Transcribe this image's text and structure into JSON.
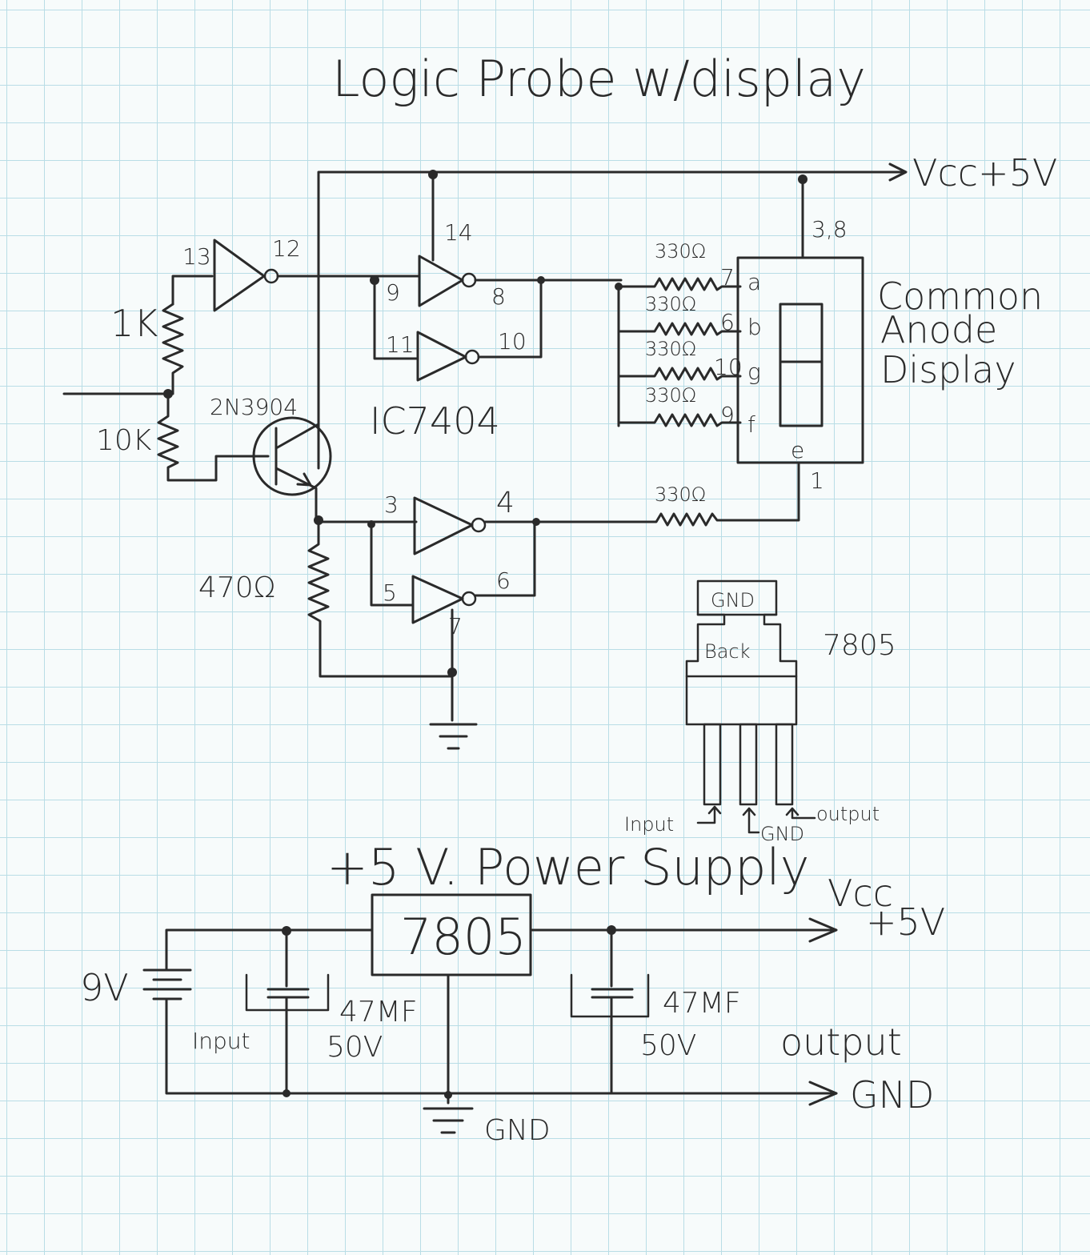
{
  "title": "Logic Probe w/display",
  "vcc_top": "Vcc+5V",
  "pins": {
    "p13": "13",
    "p12": "12",
    "p14": "14",
    "p9": "9",
    "p8": "8",
    "p11": "11",
    "p10": "10",
    "p3": "3",
    "p4": "4",
    "p5": "5",
    "p6": "6",
    "p7": "7",
    "p38": "3,8",
    "p1": "1"
  },
  "components": {
    "r1k": "1K",
    "r10k": "10K",
    "transistor": "2N3904",
    "ic": "IC7404",
    "r470": "470Ω",
    "r330": "330Ω"
  },
  "seg_resistors": [
    {
      "value": "330Ω",
      "pin": "7",
      "segment": "a"
    },
    {
      "value": "330Ω",
      "pin": "6",
      "segment": "b"
    },
    {
      "value": "330Ω",
      "pin": "10",
      "segment": "g"
    },
    {
      "value": "330Ω",
      "pin": "9",
      "segment": "f"
    }
  ],
  "seg_e": "e",
  "display": {
    "line1": "Common",
    "line2": "Anode",
    "line3": "Display"
  },
  "regulator": {
    "part": "7805",
    "tab_gnd": "GND",
    "back": "Back",
    "pin_input": "Input",
    "pin_gnd": "GND",
    "pin_output": "output"
  },
  "power_supply": {
    "title": "+5 V. Power Supply",
    "battery": "9V",
    "reg": "7805",
    "vcc_out": "Vcc",
    "vcc_val": "+5V",
    "cap_value": "47MF",
    "cap_voltage": "50V",
    "input_label": "Input",
    "output_label": "output",
    "gnd_out": "GND",
    "gnd": "GND"
  }
}
